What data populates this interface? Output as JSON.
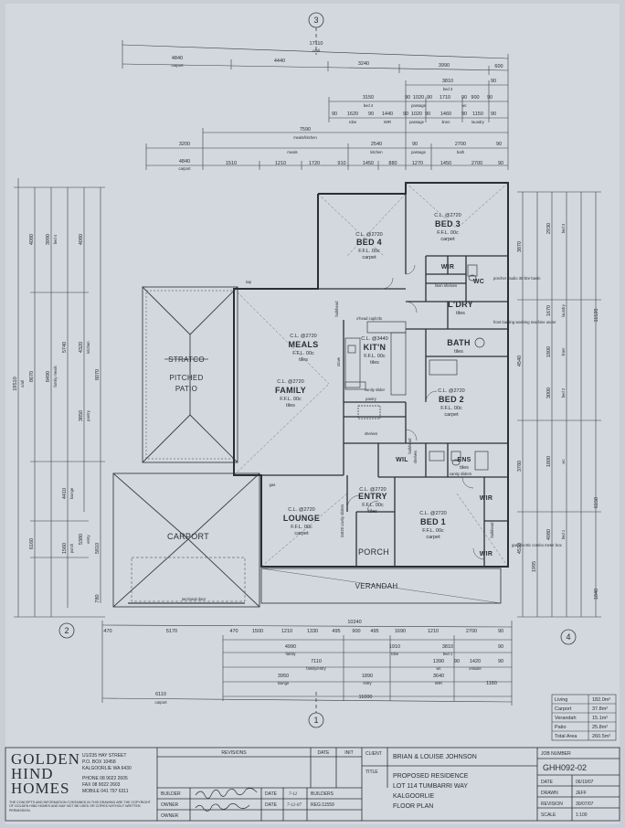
{
  "grid_markers": {
    "top": "3",
    "bottom": "1",
    "left": "2",
    "right": "4"
  },
  "rooms": [
    {
      "id": "bed4",
      "name": "BED 4",
      "lines": [
        "C.L. @2720",
        "F.F.L. 00c",
        "carpet"
      ]
    },
    {
      "id": "bed3",
      "name": "BED 3",
      "lines": [
        "C.L. @2720",
        "F.F.L. 00c",
        "carpet"
      ]
    },
    {
      "id": "meals",
      "name": "MEALS",
      "lines": [
        "C.L. @2720",
        "F.F.L. 00c",
        "tiles"
      ]
    },
    {
      "id": "kitn",
      "name": "KIT'N",
      "lines": [
        "C.L. @3440",
        "F.F.L. 00c",
        "tiles"
      ]
    },
    {
      "id": "family",
      "name": "FAMILY",
      "lines": [
        "C.L. @2720",
        "F.F.L. 00c",
        "tiles"
      ]
    },
    {
      "id": "ldry",
      "name": "L'DRY",
      "lines": [
        "tiles"
      ]
    },
    {
      "id": "bath",
      "name": "BATH",
      "lines": [
        "tiles"
      ]
    },
    {
      "id": "bed2",
      "name": "BED 2",
      "lines": [
        "C.L. @2720",
        "F.F.L. 00c",
        "carpet"
      ]
    },
    {
      "id": "wil",
      "name": "WIL",
      "lines": []
    },
    {
      "id": "ens",
      "name": "ENS",
      "lines": [
        "tiles"
      ]
    },
    {
      "id": "entry",
      "name": "ENTRY",
      "lines": [
        "C.L. @2720",
        "F.F.L. 00c",
        "tiles"
      ]
    },
    {
      "id": "lounge",
      "name": "LOUNGE",
      "lines": [
        "C.L. @2720",
        "F.F.L. 00c",
        "carpet"
      ]
    },
    {
      "id": "bed1",
      "name": "BED 1",
      "lines": [
        "C.L. @2720",
        "F.F.L. 00c",
        "carpet"
      ]
    },
    {
      "id": "porch",
      "name": "PORCH",
      "lines": []
    },
    {
      "id": "wir1",
      "name": "WIR",
      "lines": []
    },
    {
      "id": "wir2",
      "name": "WIR",
      "lines": []
    },
    {
      "id": "wc",
      "name": "WC",
      "lines": []
    },
    {
      "id": "wir3",
      "name": "WIR",
      "lines": []
    }
  ],
  "outdoor": {
    "patio": [
      "STRATCO",
      "PITCHED",
      "PATIO"
    ],
    "carport": "CARPORT",
    "verandah": "VERANDAH",
    "sectional_door": "sectional door"
  },
  "notes": [
    "porcher studio 35 litre basin",
    "front loading washing machine under",
    "gas/electric combo meter box",
    "o'head cupb'ds",
    "pantry",
    "shelves",
    "linen shelves",
    "vanity slider",
    "vanity sliders",
    "bulkhead",
    "gas",
    "tap",
    "bulkhead",
    "bulkhead",
    "stove",
    "shelves",
    "2x820 cavity sliders"
  ],
  "top_dims": {
    "overall": "17110",
    "overall_label": "o/all",
    "row1": [
      "4840",
      "4440",
      "3240",
      "3990",
      "600"
    ],
    "row1_labels": [
      "carport",
      "",
      "",
      "",
      ""
    ],
    "row2": [
      "3810",
      "90"
    ],
    "row2_label": "bed 3",
    "row3": [
      "3150",
      "90",
      "1020",
      "90",
      "1710",
      "90",
      "900",
      "90"
    ],
    "row3_labels": [
      "bed 4",
      "passage",
      "wc",
      ""
    ],
    "row4": [
      "90",
      "1620",
      "90",
      "1440",
      "90",
      "1020",
      "90",
      "1460",
      "90",
      "1150",
      "90"
    ],
    "row4_labels": [
      "robe",
      "WIR",
      "passage",
      "linen",
      "laundry"
    ],
    "row5": [
      "7590"
    ],
    "row5_label": "meals/kitchen",
    "row6": [
      "3200",
      "2540",
      "90",
      "2700",
      "90"
    ],
    "row6_labels": [
      "meals",
      "kitchen",
      "passage",
      "bath"
    ],
    "row7": [
      "4840",
      "1510",
      "1210",
      "1720",
      "910",
      "1450",
      "880",
      "1270",
      "1450",
      "2700",
      "90"
    ],
    "row7_label": "carport"
  },
  "bottom_dims": {
    "row1": [
      "470",
      "5170",
      "470",
      "1500",
      "1210",
      "1330",
      "495",
      "900",
      "495",
      "1690",
      "1210",
      "2700",
      "90"
    ],
    "row2": "10240",
    "row3": [
      "4990",
      "1910",
      "3810",
      "90"
    ],
    "row3_labels": [
      "family",
      "robe",
      "bed 1"
    ],
    "row4": [
      "7110",
      "1390",
      "90",
      "1420",
      "90"
    ],
    "row4_labels": [
      "family/entry",
      "wc",
      "ensuite"
    ],
    "row5": [
      "3950",
      "1890",
      "3640",
      "1160"
    ],
    "row5_labels": [
      "lounge",
      "entry",
      "WIR",
      ""
    ],
    "row6": [
      "6110",
      "11000"
    ],
    "row6_label": "carport"
  },
  "left_dims": {
    "col1": "19510",
    "col1_label": "o/all",
    "col2": [
      "4080",
      "8670",
      "6160"
    ],
    "col3": [
      "3990",
      "8490",
      "4410",
      "1560"
    ],
    "col3_labels": [
      "bed 4",
      "family meals",
      "lounge",
      "porch"
    ],
    "col4": [
      "5740",
      "3850",
      "5380"
    ],
    "col4_labels": [
      "",
      "pantry",
      "entry"
    ],
    "col5": [
      "4320",
      "4080"
    ],
    "col5_labels": [
      "kitchen",
      ""
    ],
    "col6": [
      "8070",
      "5810",
      "780"
    ]
  },
  "right_dims": {
    "col1": "11520",
    "col2": [
      "3870",
      "4540",
      "3780",
      "1995",
      "4510"
    ],
    "col3": [
      "2930",
      "1670",
      "1800",
      "3000",
      "1800",
      "4080"
    ],
    "col3_labels": [
      "bed 3",
      "laundry",
      "linen",
      "bed 2",
      "wc",
      "bed 1"
    ],
    "col4": [
      "6150",
      "1840"
    ]
  },
  "areas": [
    {
      "label": "Living",
      "value": "182.0m²"
    },
    {
      "label": "Carport",
      "value": "37.8m²"
    },
    {
      "label": "Verandah",
      "value": "15.1m²"
    },
    {
      "label": "Patio",
      "value": "25.8m²"
    },
    {
      "label": "Total Area",
      "value": "260.5m²"
    }
  ],
  "company": {
    "name_line1": "GOLDEN",
    "name_line2": "HIND",
    "name_line3": "HOMES",
    "address": [
      "U1/235 HAY STREET",
      "P.O. BOX 10458",
      "KALGOORLIE WA 6430"
    ],
    "phones": [
      "PHONE 08 9022 2605",
      "FAX 08 9022 2603",
      "MOBILE 041 797 6311"
    ],
    "copyright": "THE CONCEPTS AND INFORMATION CONTAINED IN THIS DRAWING ARE THE COPYRIGHT OF GOLDEN HIND HOMES AND MAY NOT BE USED OR COPIED WITHOUT WRITTEN PERMISSION."
  },
  "title_block": {
    "revisions_header": "REVISIONS",
    "date_header": "DATE",
    "init_header": "INIT",
    "client_label": "CLIENT",
    "client": "BRIAN & LOUISE JOHNSON",
    "title_label": "TITLE",
    "title_lines": [
      "PROPOSED RESIDENCE",
      "LOT 114 TUMBARRI WAY",
      "KALGOORLIE",
      "FLOOR PLAN"
    ],
    "builder_label": "BUILDER",
    "owner_label": "OWNER",
    "owner2_label": "OWNER",
    "date_label": "DATE",
    "date2_label": "DATE",
    "date_value": "7-12",
    "date_value2": "7-12-07",
    "builders_label": "BUILDERS",
    "builders_reg": "REG:11559",
    "job_number_label": "JOB NUMBER",
    "job_number": "GHH092-02",
    "meta": [
      {
        "label": "DATE",
        "value": "06/10/07"
      },
      {
        "label": "DRAWN",
        "value": "JEFF"
      },
      {
        "label": "REVISION",
        "value": "30/07/07"
      },
      {
        "label": "SCALE",
        "value": "1:100"
      }
    ]
  }
}
